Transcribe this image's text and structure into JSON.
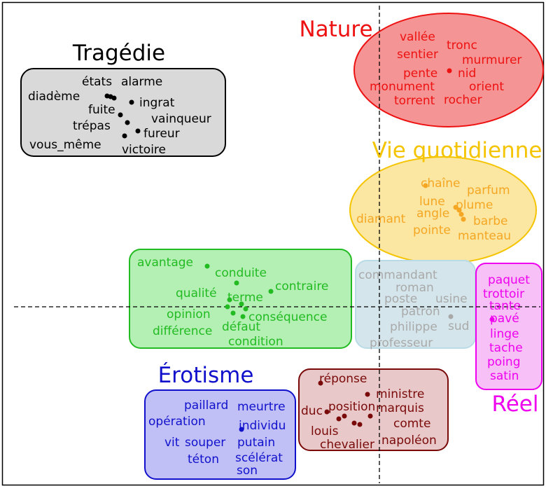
{
  "chart_data": {
    "type": "scatter",
    "colors": {
      "tragedie": "#000000",
      "nature": "#ee1111",
      "vie": "#f5a623",
      "contraire": "#22bb22",
      "gris": "#a9a9a9",
      "reel": "#ee00ee",
      "erotisme": "#1111cc",
      "rouge": "#7a0a0a"
    },
    "groups": [
      {
        "title": "Tragédie",
        "words": [
          "états",
          "alarme",
          "diadème",
          "ingrat",
          "fuite",
          "vainqueur",
          "trépas",
          "fureur",
          "vous_même",
          "victoire"
        ]
      },
      {
        "title": "Nature",
        "words": [
          "vallée",
          "tronc",
          "sentier",
          "murmurer",
          "pente",
          "nid",
          "monument",
          "orient",
          "torrent",
          "rocher"
        ]
      },
      {
        "title": "Vie quotidienne",
        "words": [
          "chaîne",
          "parfum",
          "lune",
          "plume",
          "angle",
          "diamant",
          "barbe",
          "pointe",
          "manteau"
        ]
      },
      {
        "title": "",
        "words": [
          "avantage",
          "conduite",
          "contraire",
          "qualité",
          "terme",
          "opinion",
          "conséquence",
          "différence",
          "défaut",
          "condition"
        ]
      },
      {
        "title": "",
        "words": [
          "commandant",
          "roman",
          "poste",
          "usine",
          "patron",
          "philippe",
          "sud",
          "professeur"
        ]
      },
      {
        "title": "Réel",
        "words": [
          "paquet",
          "trottoir",
          "tante",
          "pavé",
          "linge",
          "tache",
          "poing",
          "satin"
        ]
      },
      {
        "title": "Érotisme",
        "words": [
          "paillard",
          "meurtre",
          "opération",
          "individu",
          "vit",
          "souper",
          "putain",
          "téton",
          "scélérat",
          "son"
        ]
      },
      {
        "title": "",
        "words": [
          "réponse",
          "ministre",
          "duc",
          "position",
          "marquis",
          "louis",
          "comte",
          "chevalier",
          "napoléon"
        ]
      }
    ]
  }
}
